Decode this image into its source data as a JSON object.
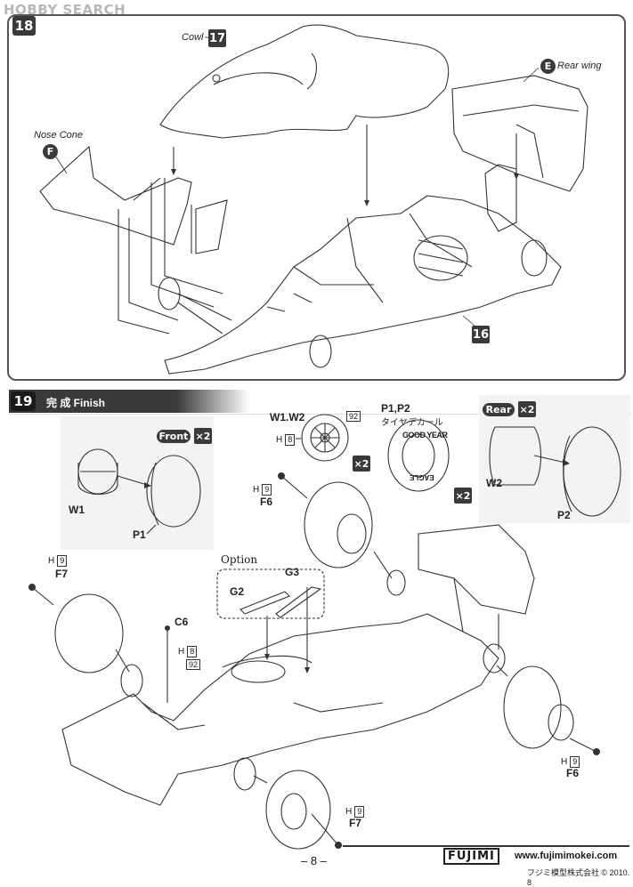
{
  "watermark": "HOBBY SEARCH",
  "step18": {
    "number": "18",
    "labels": {
      "cowl": "Cowl",
      "rear_wing": "Rear wing",
      "nose_cone": "Nose Cone"
    },
    "callouts": {
      "cowl_ref": "17",
      "rear_wing_ref": "E",
      "nose_cone_ref": "F",
      "chassis_ref": "16"
    }
  },
  "step19": {
    "number": "19",
    "title": "完 成  Finish",
    "front_box": {
      "badge": "Front",
      "qty": "×2",
      "wheel": "W1",
      "tire": "P1"
    },
    "rear_box": {
      "badge": "Rear",
      "qty": "×2",
      "wheel": "W2",
      "tire": "P2"
    },
    "wheel_part": {
      "label": "W1.W2",
      "h_label": "H",
      "h_num": "8",
      "color_num": "92",
      "qty": "×2"
    },
    "decal_part": {
      "label": "P1,P2",
      "sub": "タイヤデカール",
      "brand": "GOOD YEAR",
      "brand2": "EAGLE",
      "qty": "×2"
    },
    "option": {
      "label": "Option",
      "g2": "G2",
      "g3": "G3"
    },
    "fasteners": {
      "f6_top": {
        "h": "H",
        "num": "9",
        "name": "F6"
      },
      "f7_left": {
        "h": "H",
        "num": "9",
        "name": "F7"
      },
      "c6": {
        "name": "C6",
        "h": "H",
        "num": "8",
        "color": "92"
      },
      "f6_right": {
        "h": "H",
        "num": "9",
        "name": "F6"
      },
      "f7_bottom": {
        "h": "H",
        "num": "9",
        "name": "F7"
      }
    }
  },
  "footer": {
    "page": "– 8 –",
    "brand": "FUJIMI",
    "url": "www.fujimimokei.com",
    "copyright": "フジミ模型株式会社 © 2010. 8"
  }
}
